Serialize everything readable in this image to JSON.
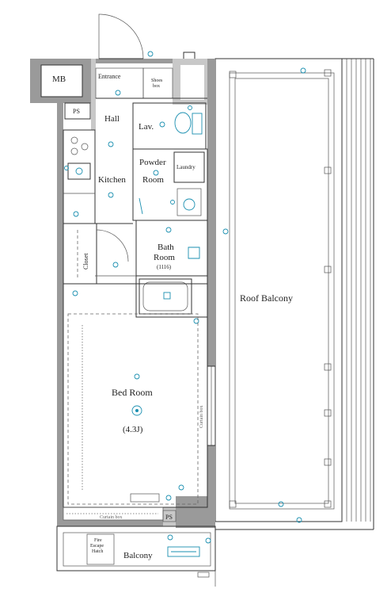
{
  "floorplan": {
    "labels": {
      "mb": "MB",
      "ps_top": "PS",
      "entrance": "Entrance",
      "shoes_box": "Shoes\nbox",
      "hall": "Hall",
      "lav": "Lav.",
      "powder_room": "Powder\nRoom",
      "laundry": "Laundry",
      "kitchen": "Kitchen",
      "closet": "Closet",
      "bath_room": "Bath\nRoom",
      "bath_size": "(1116)",
      "roof_balcony": "Roof Balcony",
      "bed_room": "Bed Room",
      "bed_room_size": "(4.3J)",
      "curtain_box_bottom": "Curtain box",
      "curtain_box_side": "Curtain box",
      "ps_bottom": "PS",
      "balcony": "Balcony",
      "fire_escape": "Fire\nEscape\nHatch"
    },
    "colors": {
      "wall": "#9a9a9a",
      "line": "#333333",
      "fixture_accent": "#1a8fb0"
    }
  }
}
